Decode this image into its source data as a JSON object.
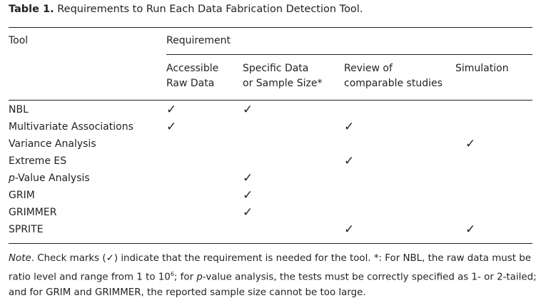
{
  "title": {
    "label": "Table 1.",
    "text": "Requirements to Run Each Data Fabrication Detection Tool."
  },
  "header": {
    "tool": "Tool",
    "requirement": "Requirement",
    "columns": [
      [
        "Accessible",
        "Raw Data"
      ],
      [
        "Specific Data",
        "or Sample Size*"
      ],
      [
        "Review of",
        "comparable studies"
      ],
      [
        "Simulation",
        ""
      ]
    ]
  },
  "check_glyph": "✓",
  "rows": [
    {
      "tool": "NBL",
      "checks": [
        true,
        true,
        false,
        false
      ]
    },
    {
      "tool": "Multivariate Associations",
      "checks": [
        true,
        false,
        true,
        false
      ]
    },
    {
      "tool": "Variance Analysis",
      "checks": [
        false,
        false,
        false,
        true
      ]
    },
    {
      "tool": "Extreme ES",
      "checks": [
        false,
        false,
        true,
        false
      ]
    },
    {
      "tool_italic": "p",
      "tool": "-Value Analysis",
      "checks": [
        false,
        true,
        false,
        false
      ]
    },
    {
      "tool": "GRIM",
      "checks": [
        false,
        true,
        false,
        false
      ]
    },
    {
      "tool": "GRIMMER",
      "checks": [
        false,
        true,
        false,
        false
      ]
    },
    {
      "tool": "SPRITE",
      "checks": [
        false,
        false,
        true,
        true
      ]
    }
  ],
  "note": {
    "label": "Note",
    "t1": ". Check marks (✓) indicate that the requirement is needed for the tool. *: For NBL, the raw data must be ratio level and range from 1 to 10",
    "sup": "6",
    "t2": "; for ",
    "p": "p",
    "t3": "-value analysis, the tests must be correctly specified as 1- or 2-tailed; and for GRIM and GRIMMER, the reported sample size cannot be too large."
  }
}
